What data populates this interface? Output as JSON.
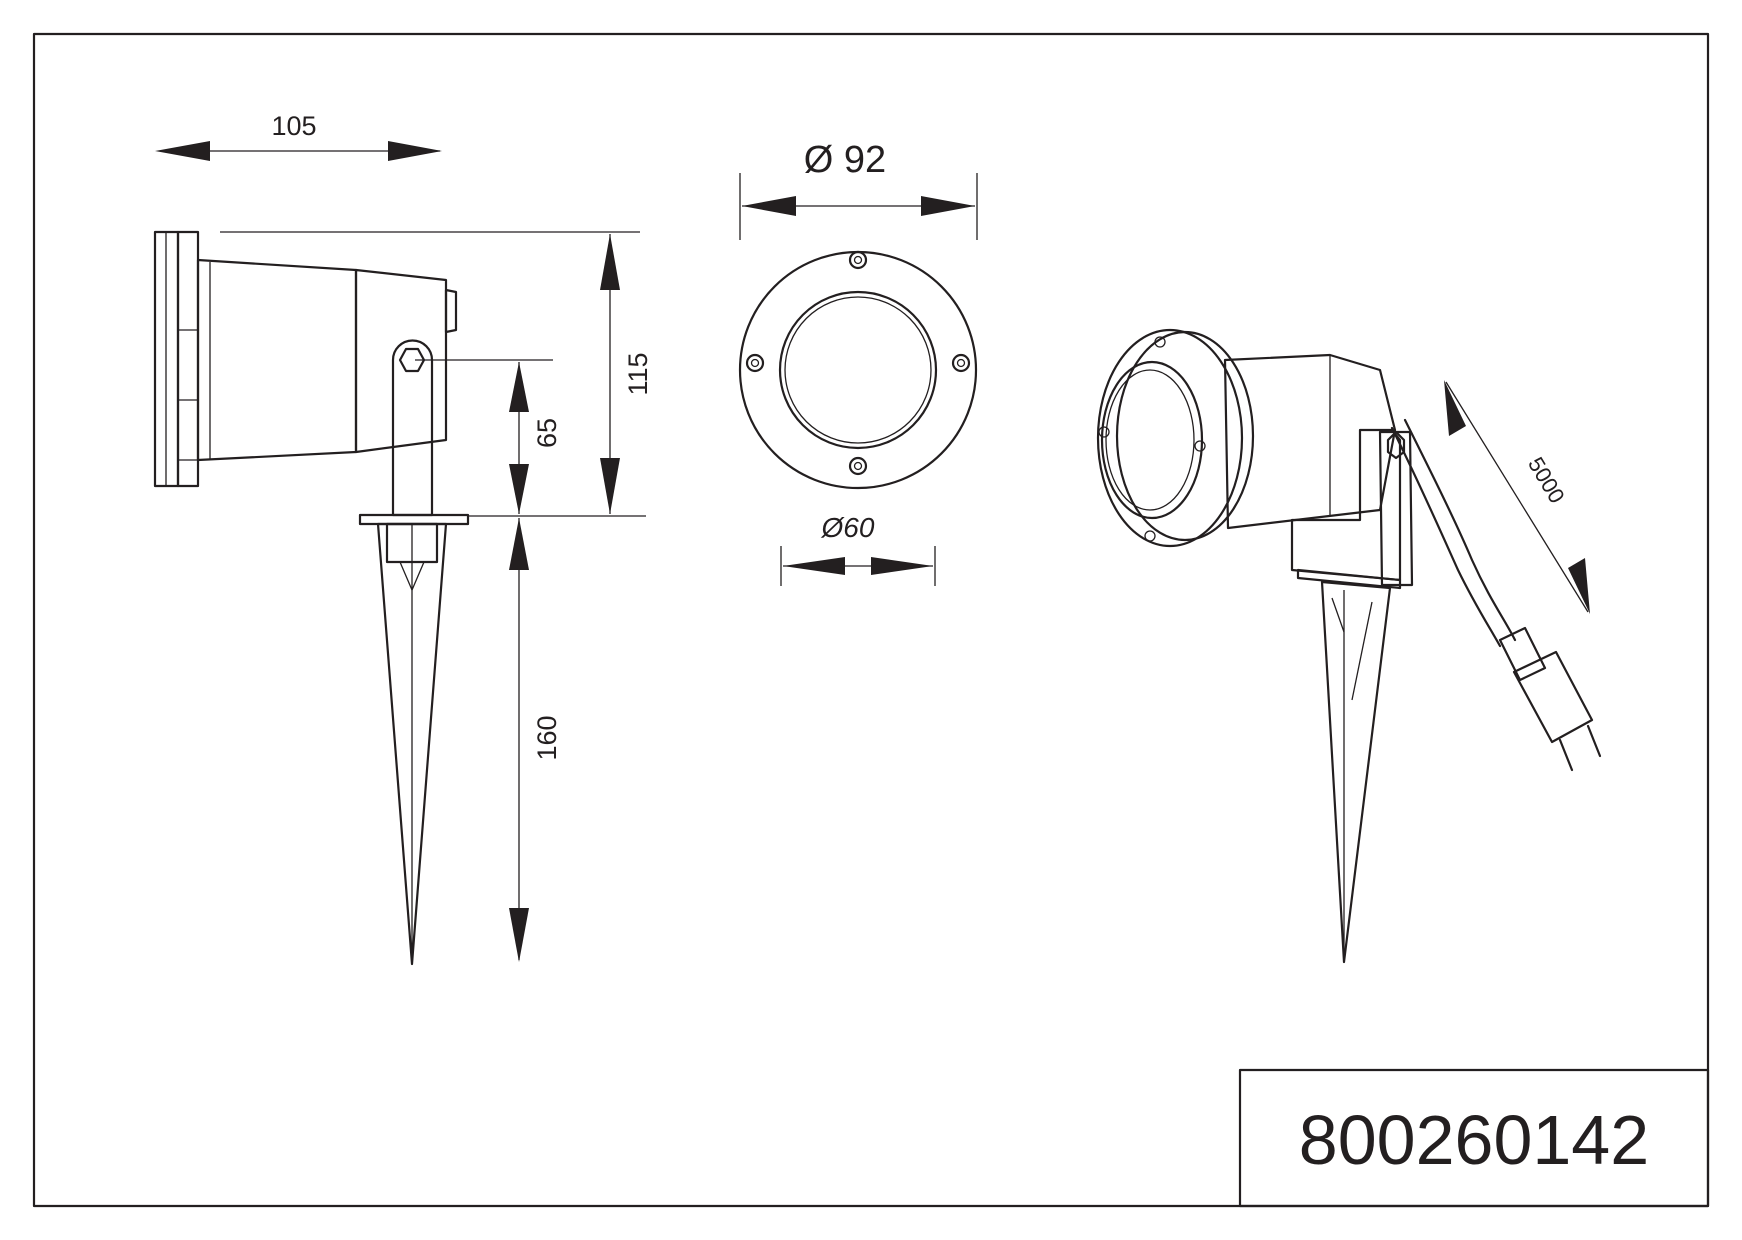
{
  "drawing": {
    "dimensions": {
      "width": "105",
      "height": "115",
      "pivot_height": "65",
      "spike_length": "160",
      "outer_diameter": "Ø 92",
      "inner_diameter": "Ø60",
      "cable_length": "5000"
    },
    "product_code": "800260142"
  }
}
